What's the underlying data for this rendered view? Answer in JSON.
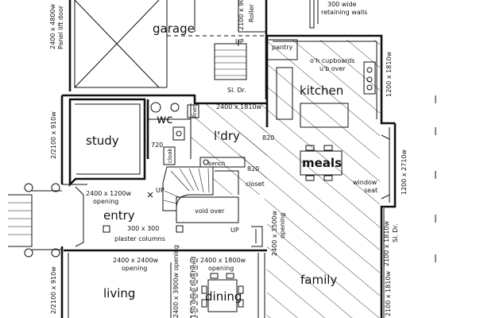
{
  "rooms": {
    "garage": "garage",
    "kitchen": "kitchen",
    "study": "study",
    "wc": "wc",
    "laundry": "l'dry",
    "meals": "meals",
    "entry": "entry",
    "living": "living",
    "dining": "dining",
    "family": "family"
  },
  "annotations": {
    "garage_door": "2400 x 4800w",
    "garage_door_type": "Panel lift door",
    "roller_door_size": "2100 x 900w",
    "roller_door_type": "Roller",
    "retaining_walls_1": "300 wide",
    "retaining_walls_2": "retaining walls",
    "up_top": "UP",
    "pantry": "pantry",
    "cupboards_1": "o'h cupboards",
    "cupboards_2": "u'b over",
    "sliding_door_1": "Sl. Dr.",
    "laundry_opening": "2400 x 1810w",
    "kitchen_window": "1200 x 1810w",
    "linen": "linen",
    "study_window": "2/2100 x 910w",
    "dim_720": "720",
    "cloak": "cloak",
    "bench": "bench",
    "dim_820_a": "820",
    "dim_820_b": "820",
    "closet": "closet",
    "bay_window": "1200 x 2710w",
    "window_seat_1": "window",
    "window_seat_2": "seat",
    "entry_opening_1": "2400 x 1200w",
    "entry_opening_2": "opening",
    "up_stair": "UP",
    "void_over": "void over",
    "columns_1": "300 x 300",
    "columns_2": "plaster columns",
    "up_entry": "UP",
    "family_opening_1": "2400 x 3500w",
    "family_opening_2": "opening",
    "sliding_door_2": "Sl. Dr.",
    "family_window": "2100 x 1810w",
    "living_opening_1": "2400 x 2400w",
    "living_opening_2": "opening",
    "dining_opening_1": "2400 x 1800w",
    "dining_opening_2": "opening",
    "dining_opening_v": "2400 x 3900w opening",
    "bulkhead": "150 deep bulkhead",
    "living_window": "2/2100 x 910w",
    "family_window_right": "2100 x 1810w"
  }
}
